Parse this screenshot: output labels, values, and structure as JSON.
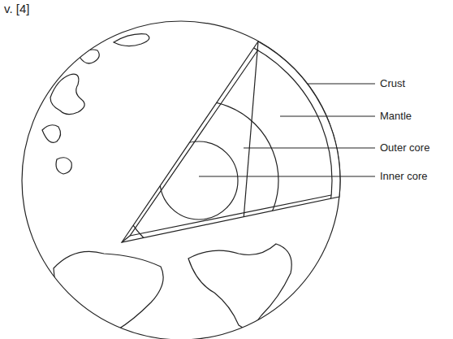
{
  "diagram": {
    "labels": [
      "v. [4]",
      "Crust",
      "Mantle",
      "Outer core",
      "Inner core"
    ]
  }
}
